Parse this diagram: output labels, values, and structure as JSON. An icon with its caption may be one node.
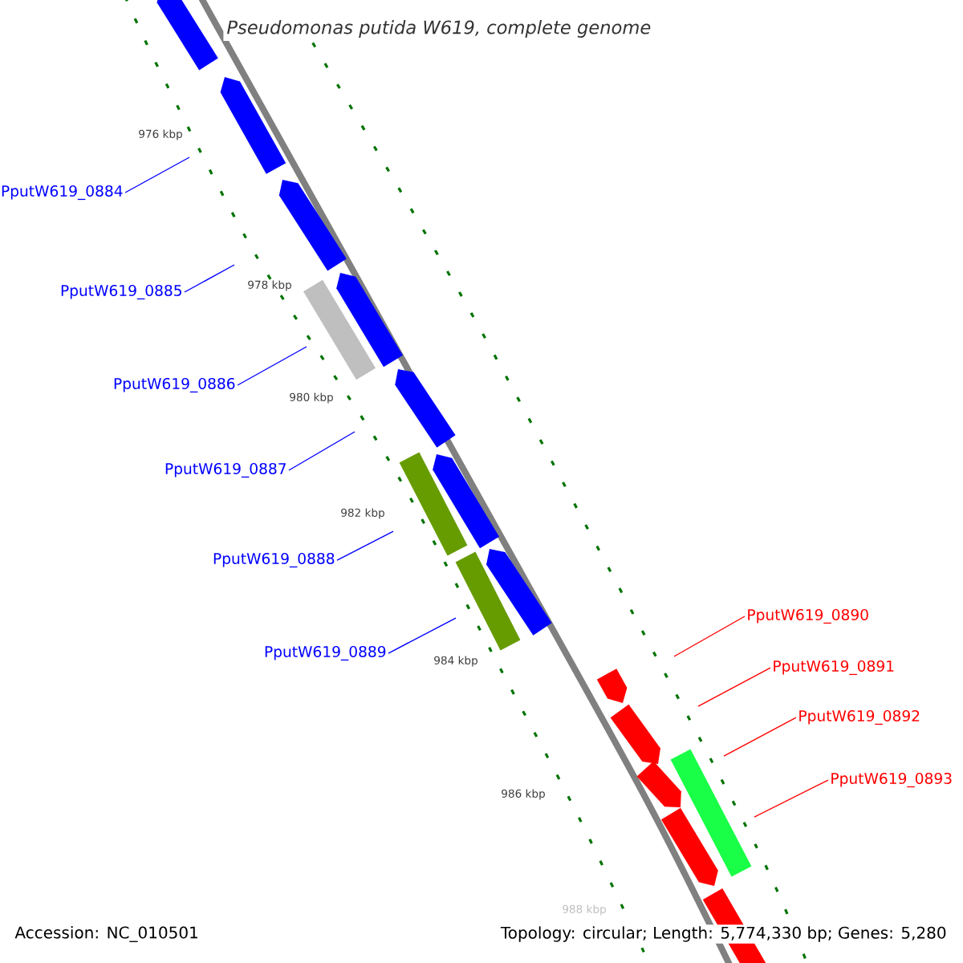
{
  "diagram": {
    "title": "*Pseudomonas putida* W619, complete genome",
    "nodes": [
      {
        "text": [
          "PputW619_0884"
        ]
      },
      {
        "text": [
          "PputW619_0885"
        ]
      },
      {
        "text": [
          "PputW619_0886"
        ]
      },
      {
        "text": [
          "PputW619_0887"
        ]
      },
      {
        "text": [
          "PputW619_0888"
        ]
      },
      {
        "text": [
          "PputW619_0889"
        ]
      },
      {
        "text": [
          "PputW619_0890"
        ]
      },
      {
        "text": [
          "PputW619_0891"
        ]
      },
      {
        "text": [
          "PputW619_0892"
        ]
      },
      {
        "text": [
          "PputW619_0893"
        ]
      }
    ],
    "edges": [
      {
        "from": 0,
        "to": null,
        "arrow": "none"
      },
      {
        "from": 1,
        "to": null,
        "arrow": "none"
      },
      {
        "from": 2,
        "to": null,
        "arrow": "none"
      },
      {
        "from": 3,
        "to": null,
        "arrow": "none"
      },
      {
        "from": 4,
        "to": null,
        "arrow": "none"
      },
      {
        "from": 5,
        "to": null,
        "arrow": "none"
      },
      {
        "from": 6,
        "to": null,
        "arrow": "none",
        "color": "#ff0000"
      },
      {
        "from": 7,
        "to": null,
        "arrow": "none",
        "color": "#ff0000"
      },
      {
        "from": 8,
        "to": null,
        "arrow": "none",
        "color": "#ff0000"
      },
      {
        "from": 9,
        "to": null,
        "arrow": "none",
        "color": "#ff0000"
      }
    ],
    "labels": [
      "976 kbp",
      "978 kbp",
      "980 kbp",
      "982 kbp",
      "984 kbp",
      "986 kbp",
      "988 kbp",
      "Accession: NC_010501",
      "Topology: circular; Length: 5,774,330 bp; Genes: 5,280"
    ]
  }
}
